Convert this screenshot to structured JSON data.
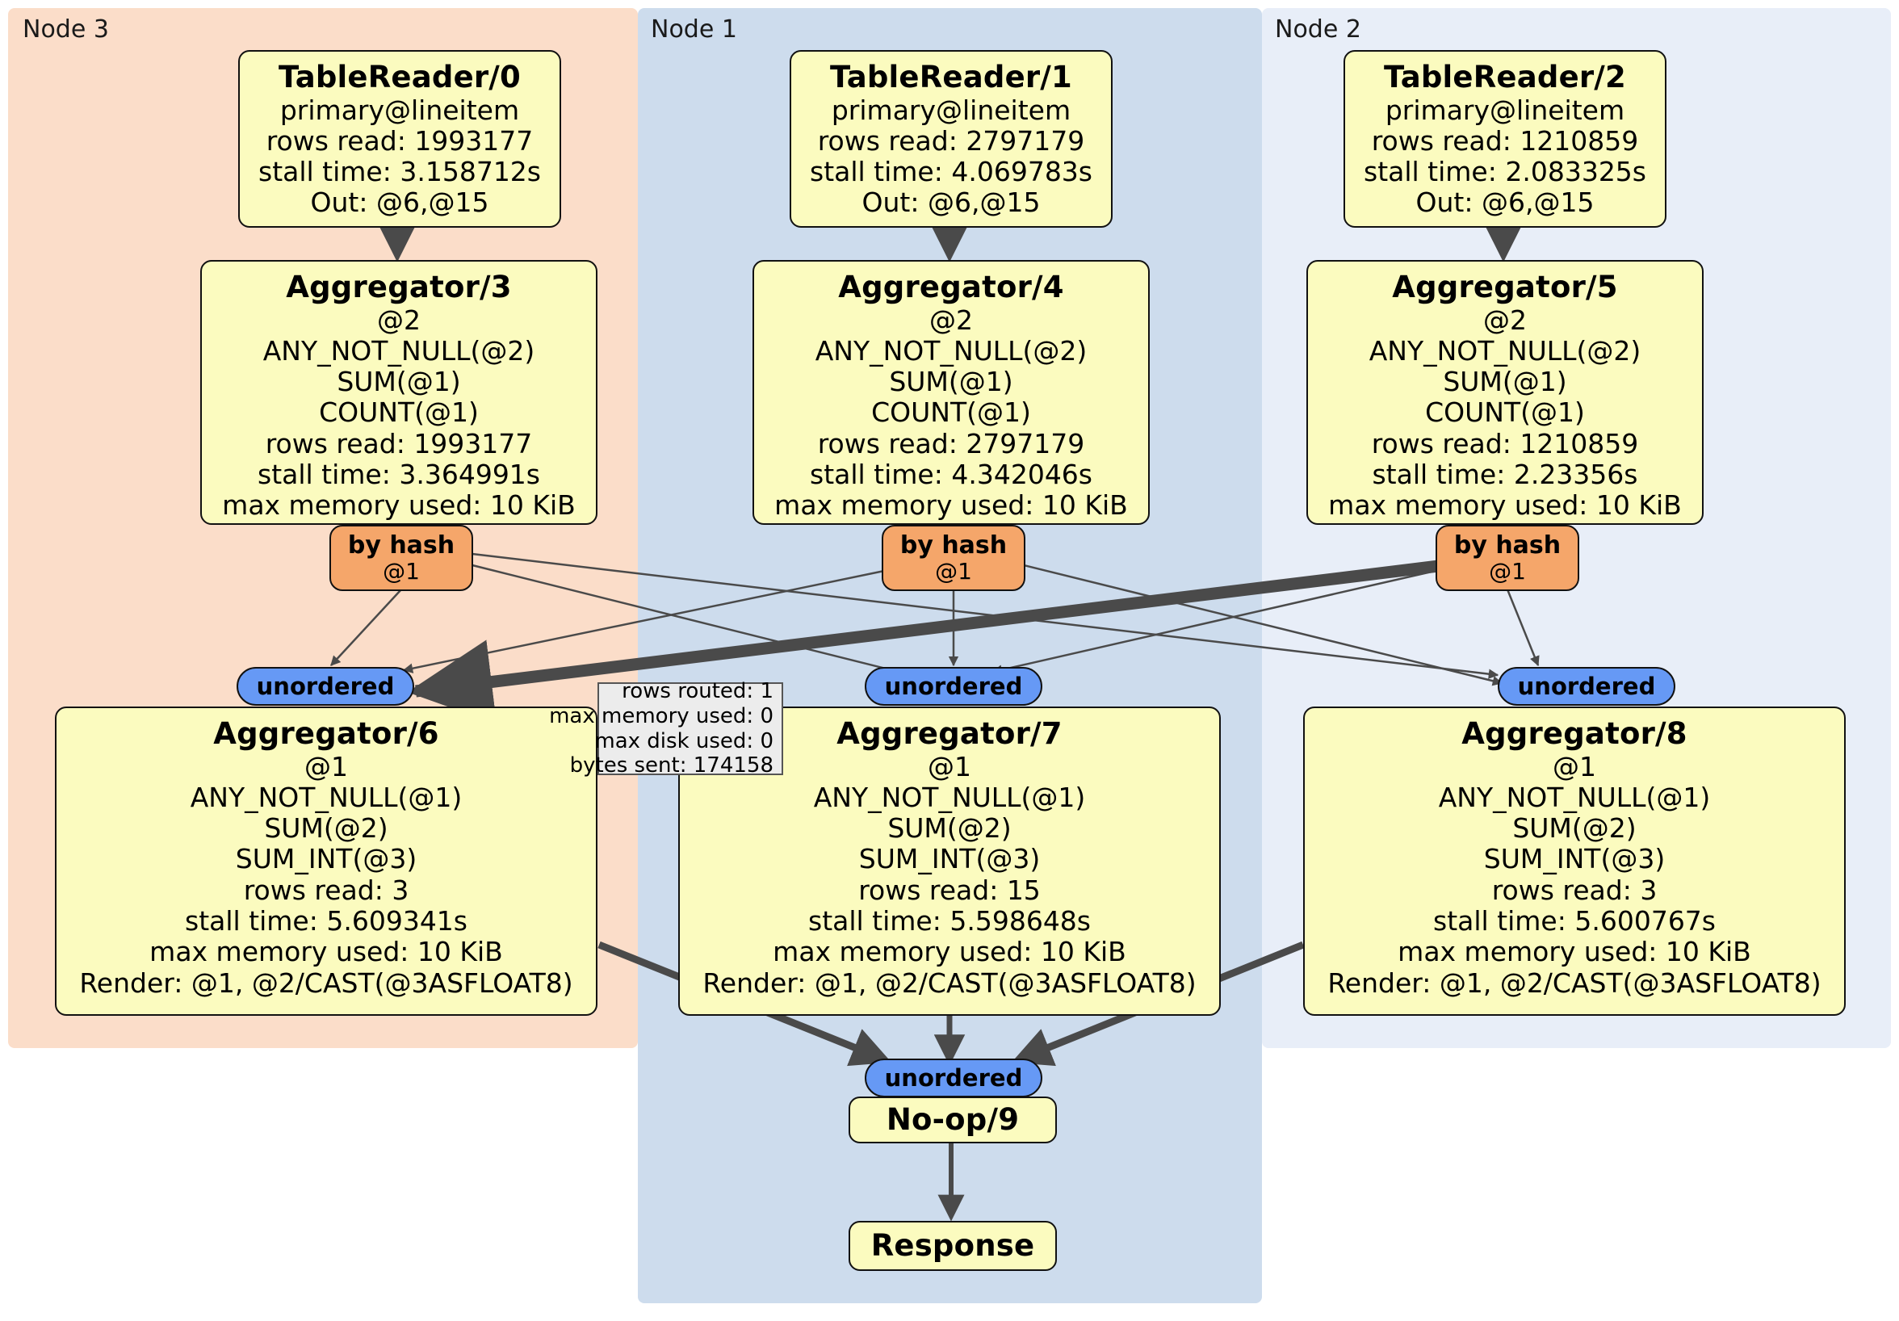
{
  "colors": {
    "node3_bg": "#fbddc9",
    "node1_bg": "#cddced",
    "node2_bg": "#e8eef8",
    "box_fill": "#fbfbbf",
    "box_stroke": "#111111",
    "hash_fill": "#f5a66a",
    "unordered_fill": "#6699f5",
    "tooltip_fill": "#ececec",
    "edge": "#4a4a4a"
  },
  "clusters": [
    {
      "id": "node3",
      "label": "Node 3"
    },
    {
      "id": "node1",
      "label": "Node 1"
    },
    {
      "id": "node2",
      "label": "Node 2"
    }
  ],
  "nodes": {
    "tablereader0": {
      "title": "TableReader/0",
      "lines": [
        "primary@lineitem",
        "rows read: 1993177",
        "stall time: 3.158712s",
        "Out: @6,@15"
      ]
    },
    "tablereader1": {
      "title": "TableReader/1",
      "lines": [
        "primary@lineitem",
        "rows read: 2797179",
        "stall time: 4.069783s",
        "Out: @6,@15"
      ]
    },
    "tablereader2": {
      "title": "TableReader/2",
      "lines": [
        "primary@lineitem",
        "rows read: 1210859",
        "stall time: 2.083325s",
        "Out: @6,@15"
      ]
    },
    "aggregator3": {
      "title": "Aggregator/3",
      "lines": [
        "@2",
        "ANY_NOT_NULL(@2)",
        "SUM(@1)",
        "COUNT(@1)",
        "rows read: 1993177",
        "stall time: 3.364991s",
        "max memory used: 10 KiB"
      ]
    },
    "aggregator4": {
      "title": "Aggregator/4",
      "lines": [
        "@2",
        "ANY_NOT_NULL(@2)",
        "SUM(@1)",
        "COUNT(@1)",
        "rows read: 2797179",
        "stall time: 4.342046s",
        "max memory used: 10 KiB"
      ]
    },
    "aggregator5": {
      "title": "Aggregator/5",
      "lines": [
        "@2",
        "ANY_NOT_NULL(@2)",
        "SUM(@1)",
        "COUNT(@1)",
        "rows read: 1210859",
        "stall time: 2.23356s",
        "max memory used: 10 KiB"
      ]
    },
    "aggregator6": {
      "title": "Aggregator/6",
      "lines": [
        "@1",
        "ANY_NOT_NULL(@1)",
        "SUM(@2)",
        "SUM_INT(@3)",
        "rows read: 3",
        "stall time: 5.609341s",
        "max memory used: 10 KiB",
        "Render: @1, @2/CAST(@3ASFLOAT8)"
      ]
    },
    "aggregator7": {
      "title": "Aggregator/7",
      "lines": [
        "@1",
        "ANY_NOT_NULL(@1)",
        "SUM(@2)",
        "SUM_INT(@3)",
        "rows read: 15",
        "stall time: 5.598648s",
        "max memory used: 10 KiB",
        "Render: @1, @2/CAST(@3ASFLOAT8)"
      ]
    },
    "aggregator8": {
      "title": "Aggregator/8",
      "lines": [
        "@1",
        "ANY_NOT_NULL(@1)",
        "SUM(@2)",
        "SUM_INT(@3)",
        "rows read: 3",
        "stall time: 5.600767s",
        "max memory used: 10 KiB",
        "Render: @1, @2/CAST(@3ASFLOAT8)"
      ]
    },
    "noop9": {
      "title": "No-op/9",
      "lines": []
    },
    "response": {
      "title": "Response",
      "lines": []
    }
  },
  "routers": {
    "byhash_left": {
      "label": "by hash",
      "column": "@1"
    },
    "byhash_center": {
      "label": "by hash",
      "column": "@1"
    },
    "byhash_right": {
      "label": "by hash",
      "column": "@1"
    }
  },
  "receivers": {
    "unordered_left": {
      "label": "unordered"
    },
    "unordered_center": {
      "label": "unordered"
    },
    "unordered_right": {
      "label": "unordered"
    },
    "unordered_final": {
      "label": "unordered"
    }
  },
  "tooltip": {
    "lines": [
      "rows routed: 1",
      "max memory used: 0",
      "max disk used: 0",
      "bytes sent: 174158"
    ]
  }
}
